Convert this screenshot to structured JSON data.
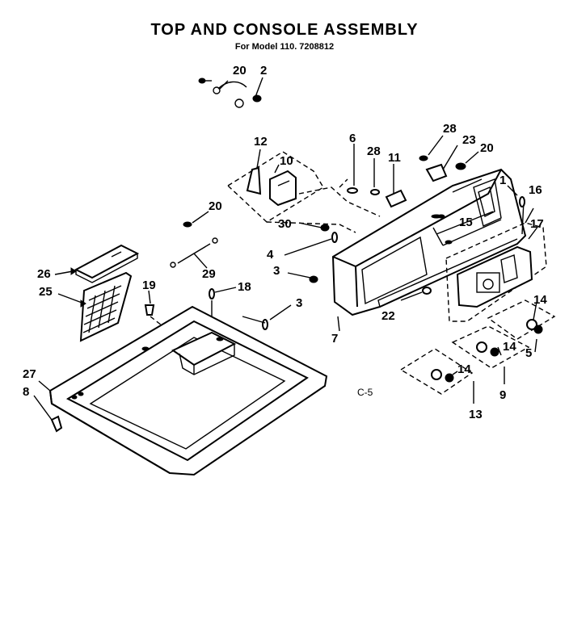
{
  "header": {
    "title": "TOP AND CONSOLE ASSEMBLY",
    "subtitle": "For Model 110. 7208812"
  },
  "diagram": {
    "code_mark": "C-5",
    "callouts": [
      "20",
      "2",
      "12",
      "10",
      "6",
      "28",
      "11",
      "28",
      "23",
      "20",
      "20",
      "30",
      "1",
      "16",
      "15",
      "17",
      "4",
      "3",
      "26",
      "29",
      "25",
      "19",
      "18",
      "3",
      "22",
      "7",
      "14",
      "14",
      "14",
      "5",
      "9",
      "13",
      "27",
      "8"
    ]
  }
}
